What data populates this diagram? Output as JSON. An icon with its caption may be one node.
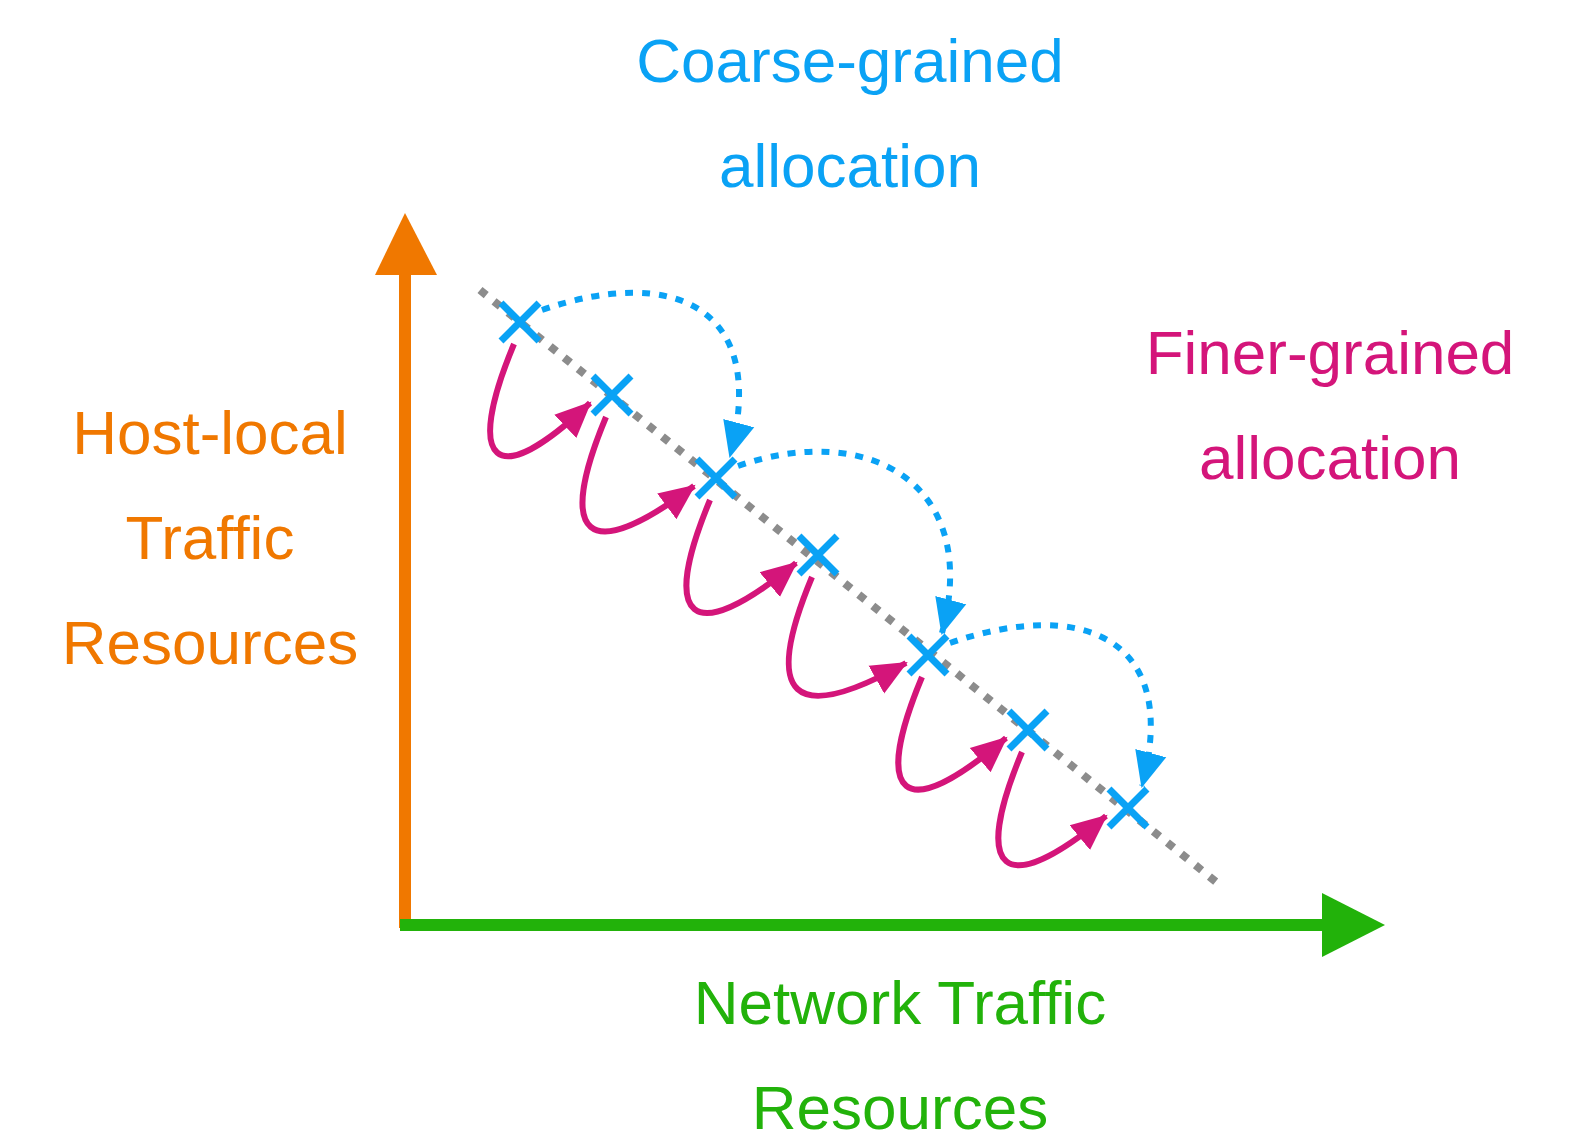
{
  "diagram": {
    "nodes": [
      {
        "text": [],
        "shape": "cross"
      },
      {
        "text": [],
        "shape": "cross"
      },
      {
        "text": [],
        "shape": "cross"
      },
      {
        "text": [],
        "shape": "cross"
      },
      {
        "text": [],
        "shape": "cross"
      },
      {
        "text": [],
        "shape": "cross"
      },
      {
        "text": [],
        "shape": "cross"
      }
    ],
    "edges": [
      {
        "from": 0,
        "to": 2,
        "arrow": "to",
        "style": "dashed",
        "color": "#0aa2f5"
      },
      {
        "from": 2,
        "to": 4,
        "arrow": "to",
        "style": "dashed",
        "color": "#0aa2f5"
      },
      {
        "from": 4,
        "to": 6,
        "arrow": "to",
        "style": "dashed",
        "color": "#0aa2f5"
      },
      {
        "from": 0,
        "to": 1,
        "arrow": "to"
      },
      {
        "from": 1,
        "to": 2,
        "arrow": "to"
      },
      {
        "from": 2,
        "to": 3,
        "arrow": "to"
      },
      {
        "from": 3,
        "to": 4,
        "arrow": "to"
      },
      {
        "from": 4,
        "to": 5,
        "arrow": "to"
      },
      {
        "from": 5,
        "to": 6,
        "arrow": "to"
      }
    ],
    "labels": [
      "Coarse-grained allocation",
      "Finer-grained allocation",
      "Host-local Traffic Resources",
      "Network Traffic Resources"
    ]
  }
}
